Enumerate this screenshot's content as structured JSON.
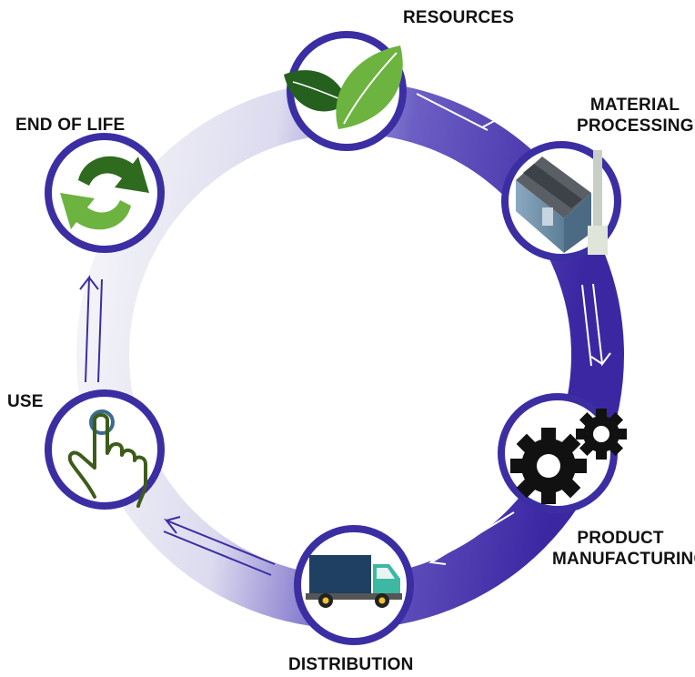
{
  "stages": [
    {
      "id": "resources",
      "label": "RESOURCES",
      "icon": "leaves-icon"
    },
    {
      "id": "material-processing",
      "label_line1": "MATERIAL",
      "label_line2": "PROCESSING",
      "icon": "factory-icon"
    },
    {
      "id": "product-manufacturing",
      "label_line1": "PRODUCT",
      "label_line2": "MANUFACTURING",
      "icon": "gears-icon"
    },
    {
      "id": "distribution",
      "label": "DISTRIBUTION",
      "icon": "delivery-truck-icon"
    },
    {
      "id": "use",
      "label": "USE",
      "icon": "pointing-hand-icon"
    },
    {
      "id": "end-of-life",
      "label": "END OF LIFE",
      "icon": "recycle-arrows-icon"
    }
  ],
  "colors": {
    "ring_dark": "#3f2aa6",
    "ring_light": "#f4f4f7",
    "circle_stroke": "#3b2ea3",
    "leaf_dark": "#25601f",
    "leaf_light": "#6db33f",
    "truck_body": "#1f3f63",
    "truck_cab": "#3cb8a3",
    "gear": "#111111",
    "hand": "#3d5c1a",
    "fingertip": "#3b6b8f"
  }
}
